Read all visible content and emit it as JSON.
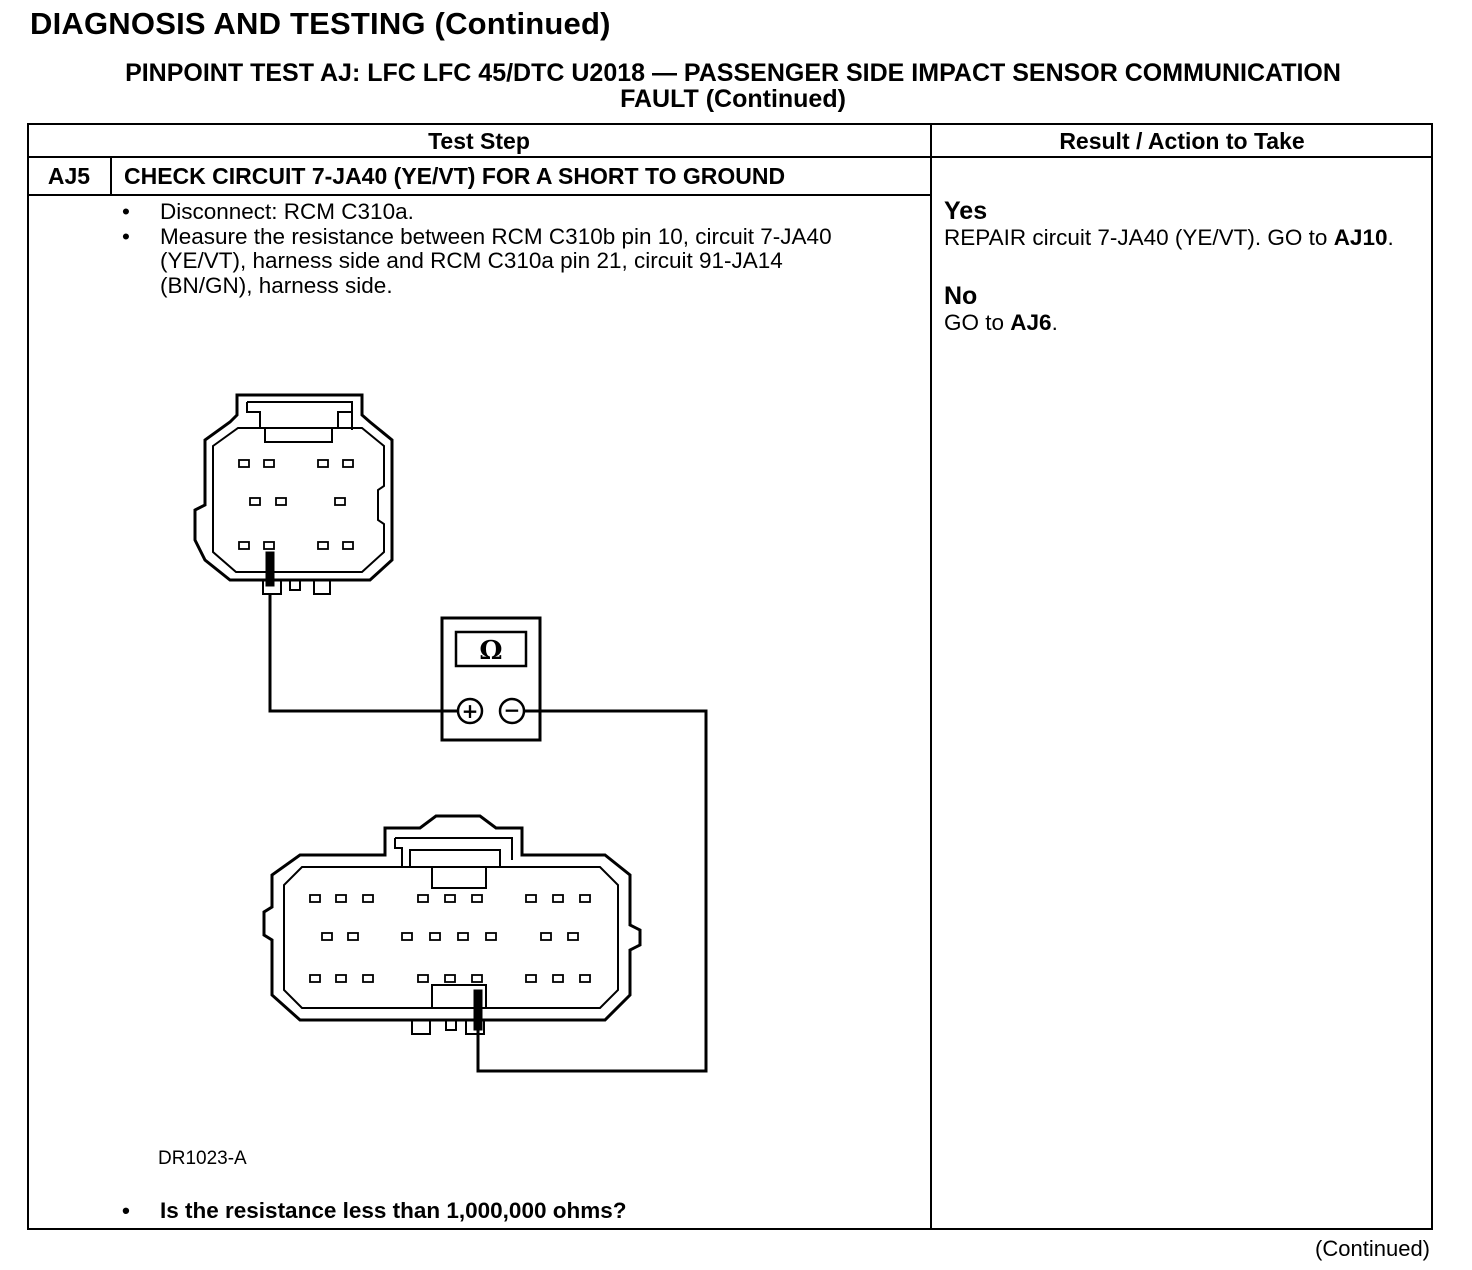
{
  "page_heading": "DIAGNOSIS AND TESTING (Continued)",
  "test_title_line1": "PINPOINT TEST  AJ: LFC LFC 45/DTC U2018 — PASSENGER SIDE IMPACT SENSOR COMMUNICATION",
  "test_title_line2": "FAULT (Continued)",
  "table": {
    "col_test_step": "Test Step",
    "col_result": "Result / Action to Take"
  },
  "step": {
    "id": "AJ5",
    "title": "CHECK CIRCUIT 7-JA40 (YE/VT) FOR A SHORT TO GROUND",
    "bullets": [
      "Disconnect: RCM C310a.",
      "Measure the resistance between RCM C310b pin 10, circuit 7-JA40 (YE/VT), harness side and RCM C310a pin 21, circuit 91-JA14 (BN/GN), harness side."
    ],
    "figure_id": "DR1023-A",
    "meter_symbol": "Ω",
    "meter_plus": "+",
    "meter_minus": "−",
    "question": "Is the resistance less than 1,000,000 ohms?"
  },
  "results": {
    "yes_label": "Yes",
    "yes_text": "REPAIR circuit 7-JA40 (YE/VT). GO to ",
    "yes_target": "AJ10",
    "yes_end": ".",
    "no_label": "No",
    "no_text": "GO to ",
    "no_target": "AJ6",
    "no_end": "."
  },
  "footer_continued": "(Continued)"
}
